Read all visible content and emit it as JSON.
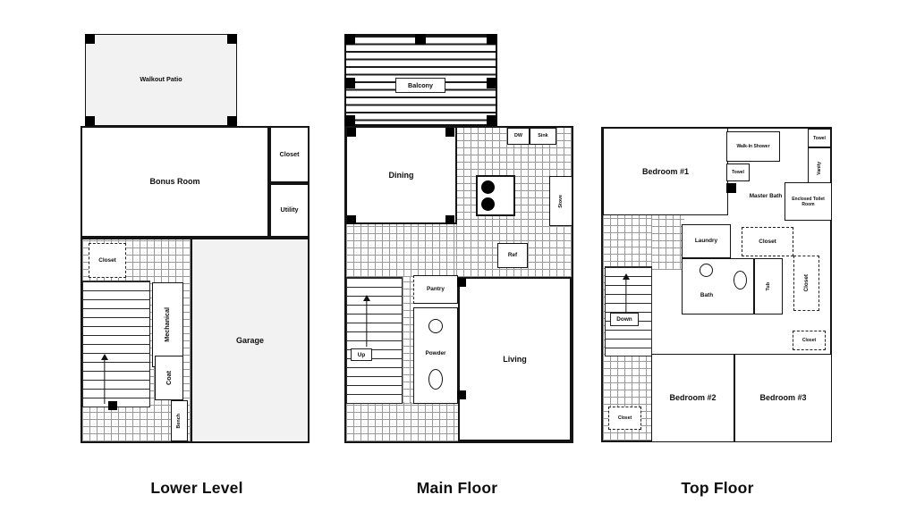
{
  "colors": {
    "wall": "#141414",
    "room_fill": "#f2f2f2",
    "background": "#ffffff"
  },
  "titles": {
    "lower": "Lower Level",
    "main": "Main Floor",
    "top": "Top Floor"
  },
  "lower": {
    "walkout_patio": "Walkout Patio",
    "bonus_room": "Bonus Room",
    "closet_upper": "Closet",
    "utility": "Utility",
    "closet_hall": "Closet",
    "mechanical": "Mechanical",
    "coat": "Coat",
    "garage": "Garage",
    "bench": "Bench"
  },
  "main": {
    "balcony": "Balcony",
    "dining": "Dining",
    "dw": "DW",
    "sink": "Sink",
    "stove": "Stove",
    "ref": "Ref",
    "pantry": "Pantry",
    "powder": "Powder",
    "living": "Living",
    "up": "Up"
  },
  "top": {
    "bedroom1": "Bedroom #1",
    "walk_in_shower": "Walk-In Shower",
    "towel_upper": "Towel",
    "vanity": "Vanity",
    "towel_lower": "Towel",
    "master_bath": "Master Bath",
    "enclosed_toilet_room": "Enclosed Toilet Room",
    "laundry": "Laundry",
    "closet_master": "Closet",
    "closet_hall": "Closet",
    "bath": "Bath",
    "tub": "Tub",
    "down": "Down",
    "closet_mid": "Closet",
    "bedroom2": "Bedroom #2",
    "bedroom3": "Bedroom #3",
    "closet_lower": "Closet"
  }
}
